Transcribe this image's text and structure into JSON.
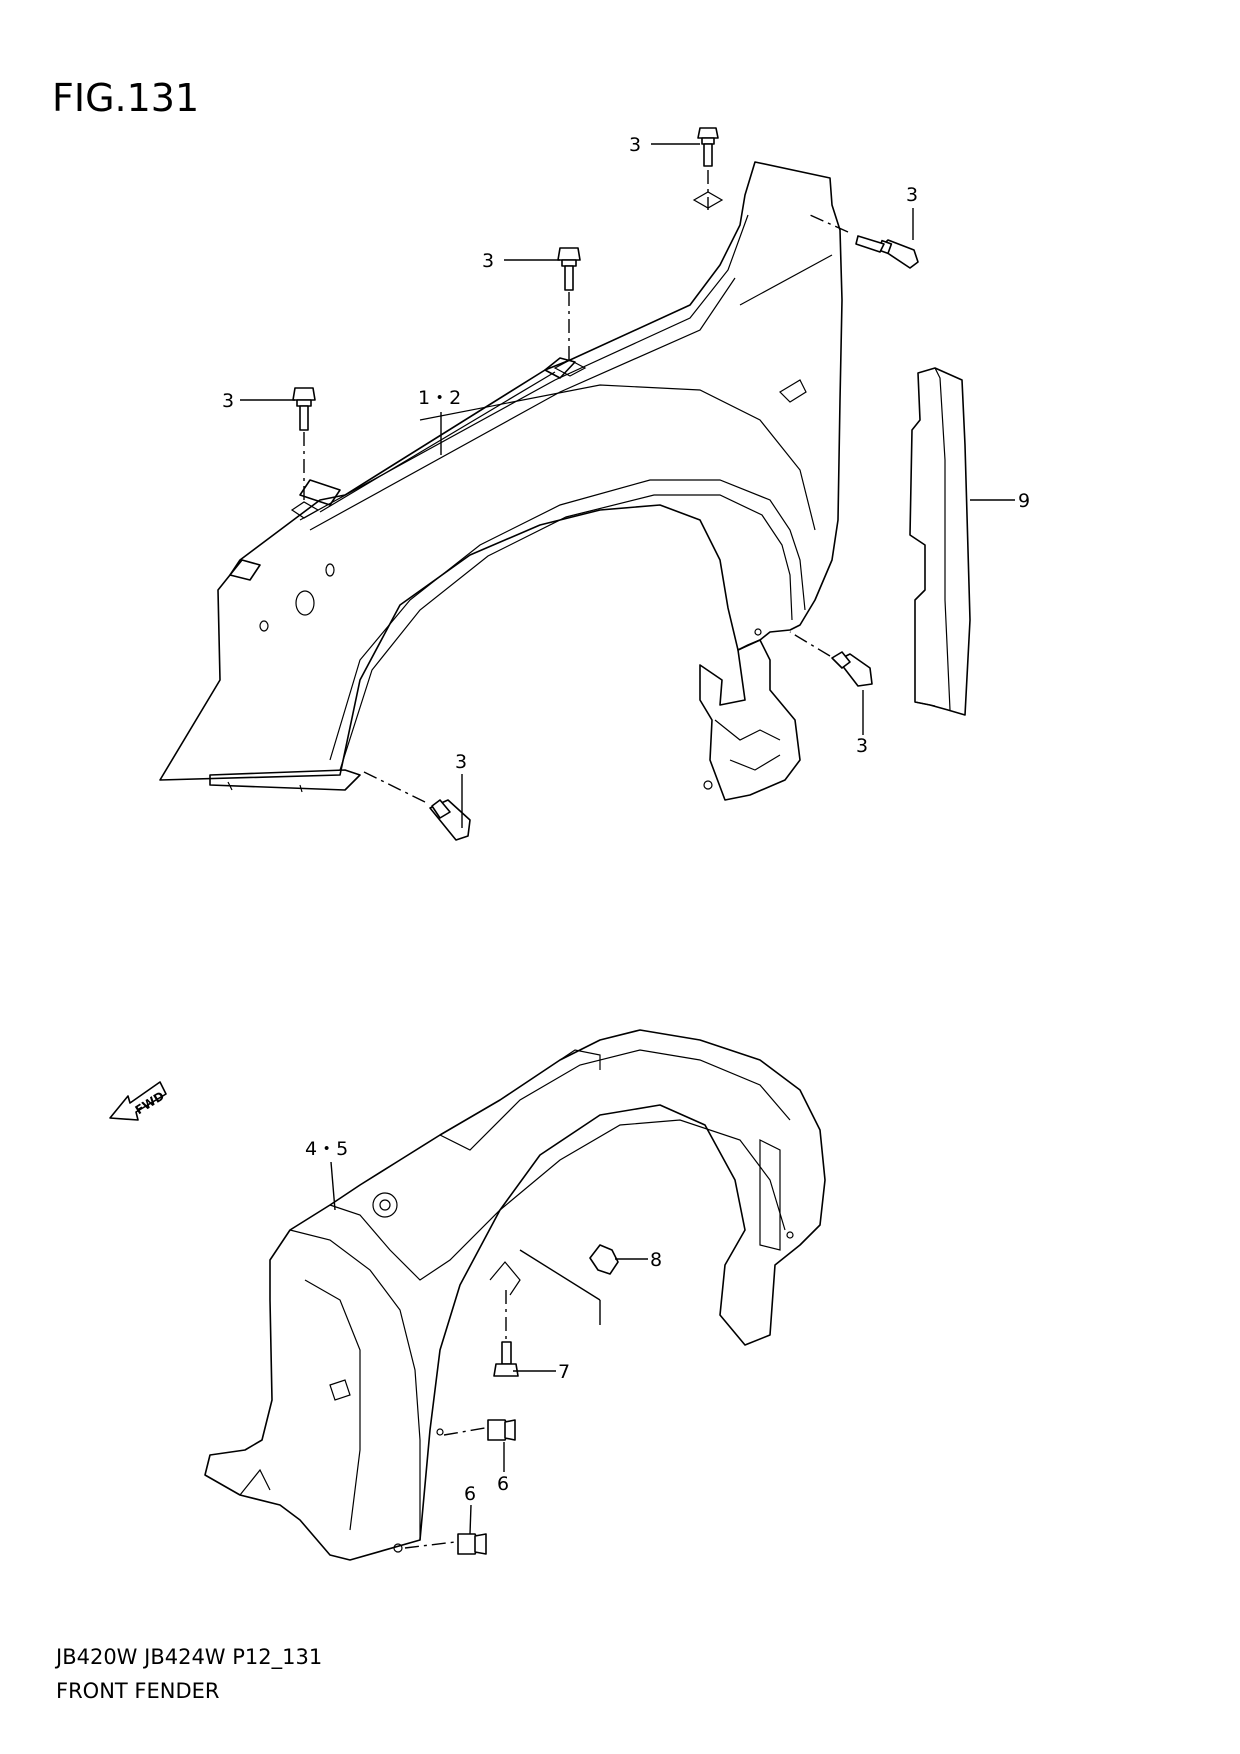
{
  "figure": {
    "title": "FIG.131"
  },
  "footer": {
    "model_code": "JB420W JB424W P12_131",
    "name": "FRONT FENDER"
  },
  "fwd_label": "FWD",
  "callouts": {
    "bolt_top": "3",
    "bolt_right_top": "3",
    "bolt_mid": "3",
    "bolt_left": "3",
    "bolt_bottom": "3",
    "bolt_right_lower": "3",
    "fender": "1・2",
    "seal": "9",
    "liner": "4・5",
    "clip_8": "8",
    "screw_7": "7",
    "clip_6a": "6",
    "clip_6b": "6"
  }
}
